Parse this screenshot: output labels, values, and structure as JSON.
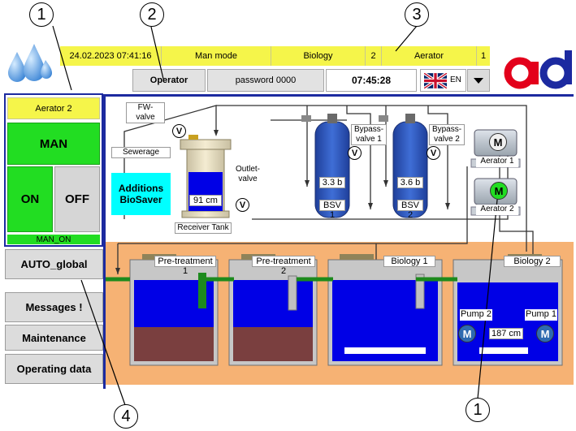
{
  "callouts": {
    "c1a": "1",
    "c2": "2",
    "c3": "3",
    "c4": "4",
    "c1b": "1"
  },
  "status_bar": {
    "datetime": "24.02.2023 07:41:16",
    "mode": "Man mode",
    "area": "Biology",
    "area_no": "2",
    "device": "Aerator",
    "device_no": "1"
  },
  "login": {
    "user_button": "Operator",
    "password": "password 0000",
    "clock": "07:45:28",
    "language": "EN"
  },
  "control_panel": {
    "title": "Aerator 2",
    "man": "MAN",
    "on": "ON",
    "off": "OFF",
    "status": "MAN_ON"
  },
  "nav": {
    "auto_global": "AUTO_global",
    "messages": "Messages !",
    "maintenance": "Maintenance",
    "operating_data": "Operating data"
  },
  "process": {
    "fw_valve": "FW-\nvalve",
    "sewerage": "Sewerage",
    "additions": "Additions\nBioSaver",
    "receiver_level": "91 cm",
    "outlet_valve": "Outlet-\nvalve",
    "receiver_tank": "Receiver Tank",
    "bsv1_pressure": "3.3 b",
    "bsv1_label": "BSV 1",
    "bsv2_pressure": "3.6 b",
    "bsv2_label": "BSV 2",
    "bypass1": "Bypass-\nvalve 1",
    "bypass2": "Bypass-\nvalve 2",
    "aerator1": "Aerator 1",
    "aerator2": "Aerator 2",
    "pretreat1": "Pre-treatment 1",
    "pretreat2": "Pre-treatment 2",
    "bio1": "Biology 1",
    "bio2": "Biology 2",
    "pump1": "Pump 1",
    "pump2": "Pump 2",
    "bio2_level": "187 cm",
    "valve_symbol": "V",
    "motor_symbol": "M"
  },
  "colors": {
    "status_yellow": "#f5f54a",
    "active_green": "#22dd22",
    "water_blue": "#0000e6",
    "sludge": "#7a3f3f",
    "basin_bg": "#f6b274",
    "additions_cyan": "#00ffff",
    "logo_red": "#e3001b",
    "logo_blue": "#1c2aa0"
  }
}
